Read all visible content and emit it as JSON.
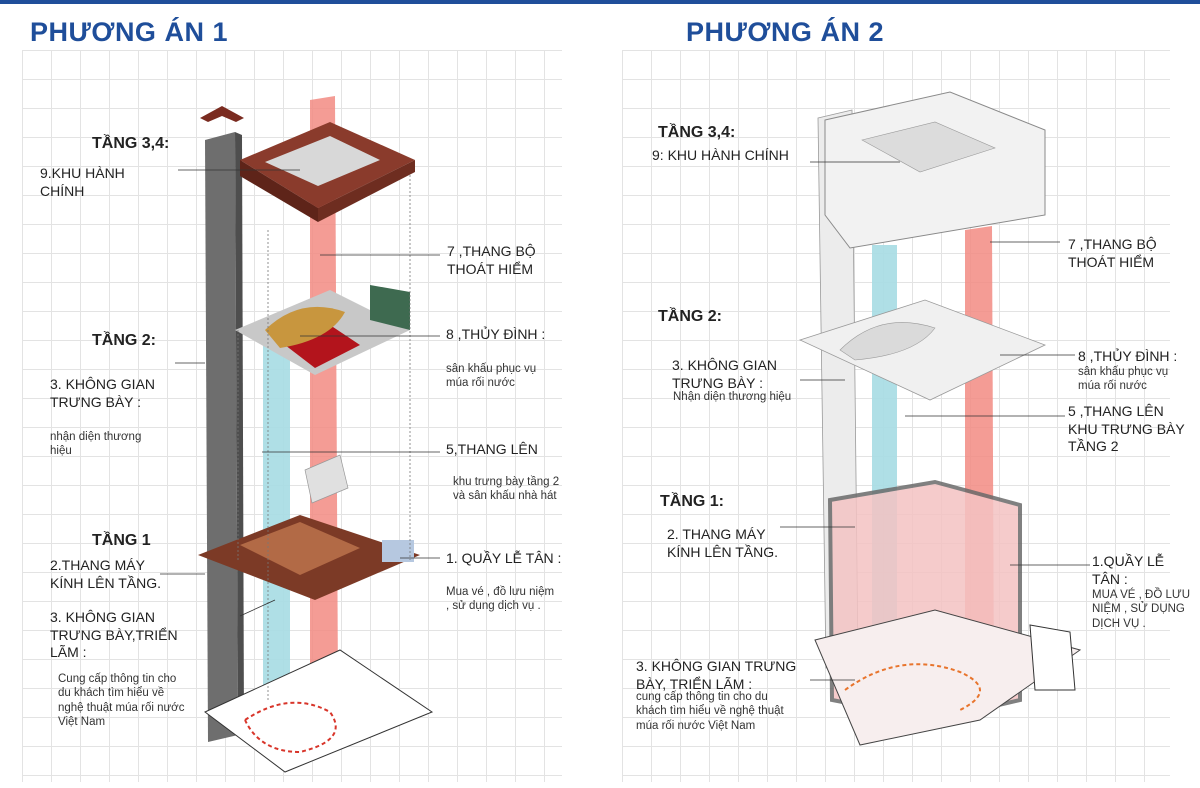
{
  "colors": {
    "title_blue": "#1f4e9a",
    "core_gray": "#6e6e6e",
    "stair_red": "#f28b82",
    "lift_cyan": "#a6dbe3",
    "wood_brown": "#8a3b2c",
    "pink_volume": "#f4c3c3"
  },
  "plan1": {
    "title": "PHƯƠNG ÁN 1",
    "floor34": "TẦNG 3,4:",
    "item9": "9.KHU HÀNH\nCHÍNH",
    "item7": "7 ,THANG BỘ\nTHOÁT HIỂM",
    "floor2": "TẦNG 2:",
    "item8": "8 ,THỦY ĐÌNH :",
    "item8_desc": "sân khấu phục vụ\nmúa rối nước",
    "item3a": "3. KHÔNG GIAN\nTRƯNG BÀY :",
    "item3a_desc": "nhận diện thương\nhiệu",
    "item5": "5,THANG LÊN",
    "item5_desc": "khu trưng bày tầng 2\nvà  sân khấu nhà hát",
    "floor1": "TẦNG 1",
    "item2": "2.THANG MÁY\nKÍNH LÊN TẦNG.",
    "item1": "1. QUẦY LỄ TÂN :",
    "item1_desc": "Mua vé ,  đồ lưu niệm\n, sử dụng dịch vụ .",
    "item3b": "3. KHÔNG GIAN\nTRƯNG BÀY,TRIỂN\nLÃM :",
    "item3b_desc": "Cung cấp thông tin cho\ndu khách tìm hiểu về\nnghệ thuật múa rối nước\nViệt Nam"
  },
  "plan2": {
    "title": "PHƯƠNG ÁN 2",
    "floor34": "TẦNG 3,4:",
    "item9": "9: KHU  HÀNH CHÍNH",
    "item7": "7 ,THANG BỘ\nTHOÁT HIỂM",
    "floor2": "TẦNG 2:",
    "item3a": "3. KHÔNG GIAN\nTRƯNG BÀY :",
    "item3a_desc": "Nhận diện thương hiệu",
    "item8": "8 ,THỦY ĐÌNH :",
    "item8_desc": "sân khấu phục vụ\nmúa rối nước",
    "item5": "5 ,THANG LÊN\nKHU TRƯNG BÀY\nTẦNG 2",
    "floor1": "TẦNG 1:",
    "item2": "2. THANG MÁY\nKÍNH LÊN TẦNG.",
    "item1": "1.QUẦY LỄ\nTÂN :",
    "item1_desc": "MUA VÉ , ĐỒ LƯU\nNIỆM , SỬ DỤNG\nDỊCH VỤ .",
    "item3b": "3.  KHÔNG GIAN  TRƯNG\nBÀY, TRIỂN LÃM :",
    "item3b_desc": "cung cấp thông tin cho du\nkhách tìm hiểu về nghệ thuật\nmúa rối nước Việt Nam"
  }
}
